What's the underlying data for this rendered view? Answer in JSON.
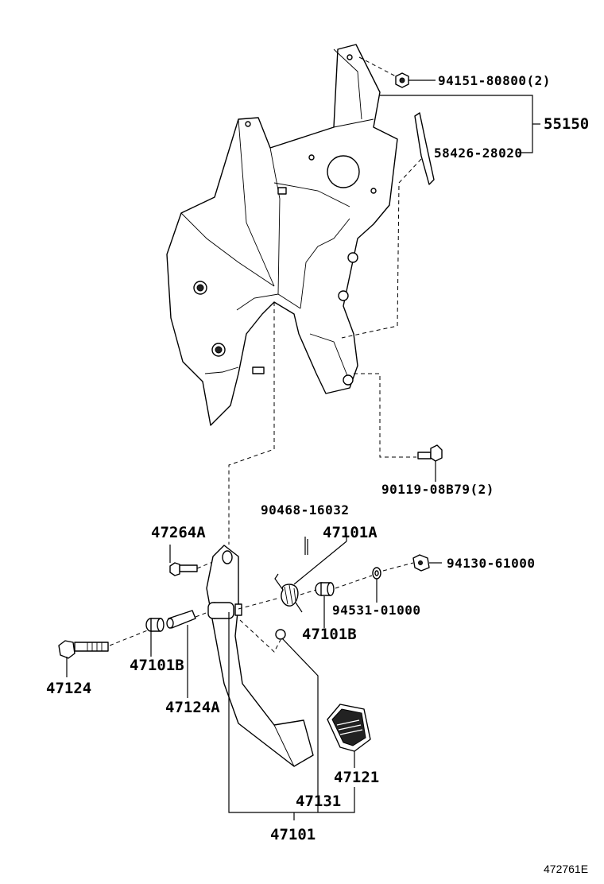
{
  "labels": {
    "nut_94151": "94151-80800(2)",
    "bracket_55150": "55150",
    "cushion_58426": "58426-28020",
    "bolt_90119": "90119-08B79(2)",
    "clip_90468": "90468-16032",
    "bolt_47264A": "47264A",
    "spring_47101A": "47101A",
    "nut_94130": "94130-61000",
    "washer_94531": "94531-01000",
    "bush_47101B_right": "47101B",
    "bush_47101B_left": "47101B",
    "bolt_47124": "47124",
    "collar_47124A": "47124A",
    "pad_47121": "47121",
    "pedal_47131": "47131",
    "assy_47101": "47101",
    "figure_code": "472761E"
  }
}
